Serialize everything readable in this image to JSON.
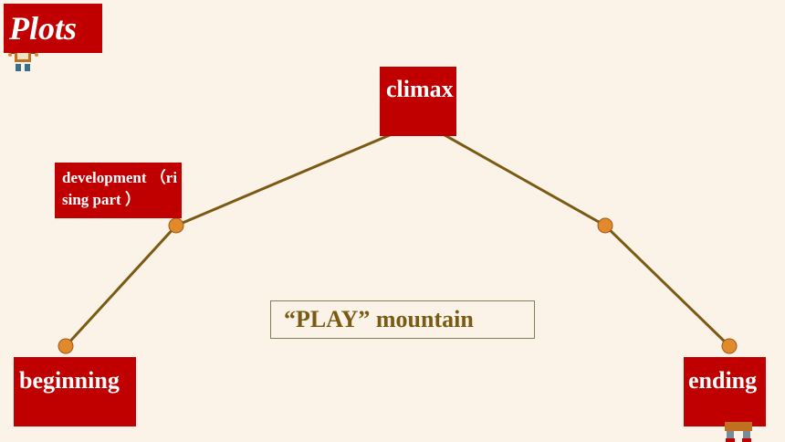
{
  "slide": {
    "title": "Plots",
    "stages": {
      "climax": "climax",
      "development": "development （rising part ）",
      "beginning": "beginning",
      "ending": "ending"
    },
    "mountain_label": "“PLAY” mountain"
  },
  "colors": {
    "background": "#fbf3e7",
    "box_red": "#c00000",
    "line_brown": "#7b5a14",
    "node_orange": "#e08a2c"
  },
  "decorations": {
    "robot_icon_top_left": "robot-icon",
    "robot_icon_bottom_right": "robot-icon"
  }
}
